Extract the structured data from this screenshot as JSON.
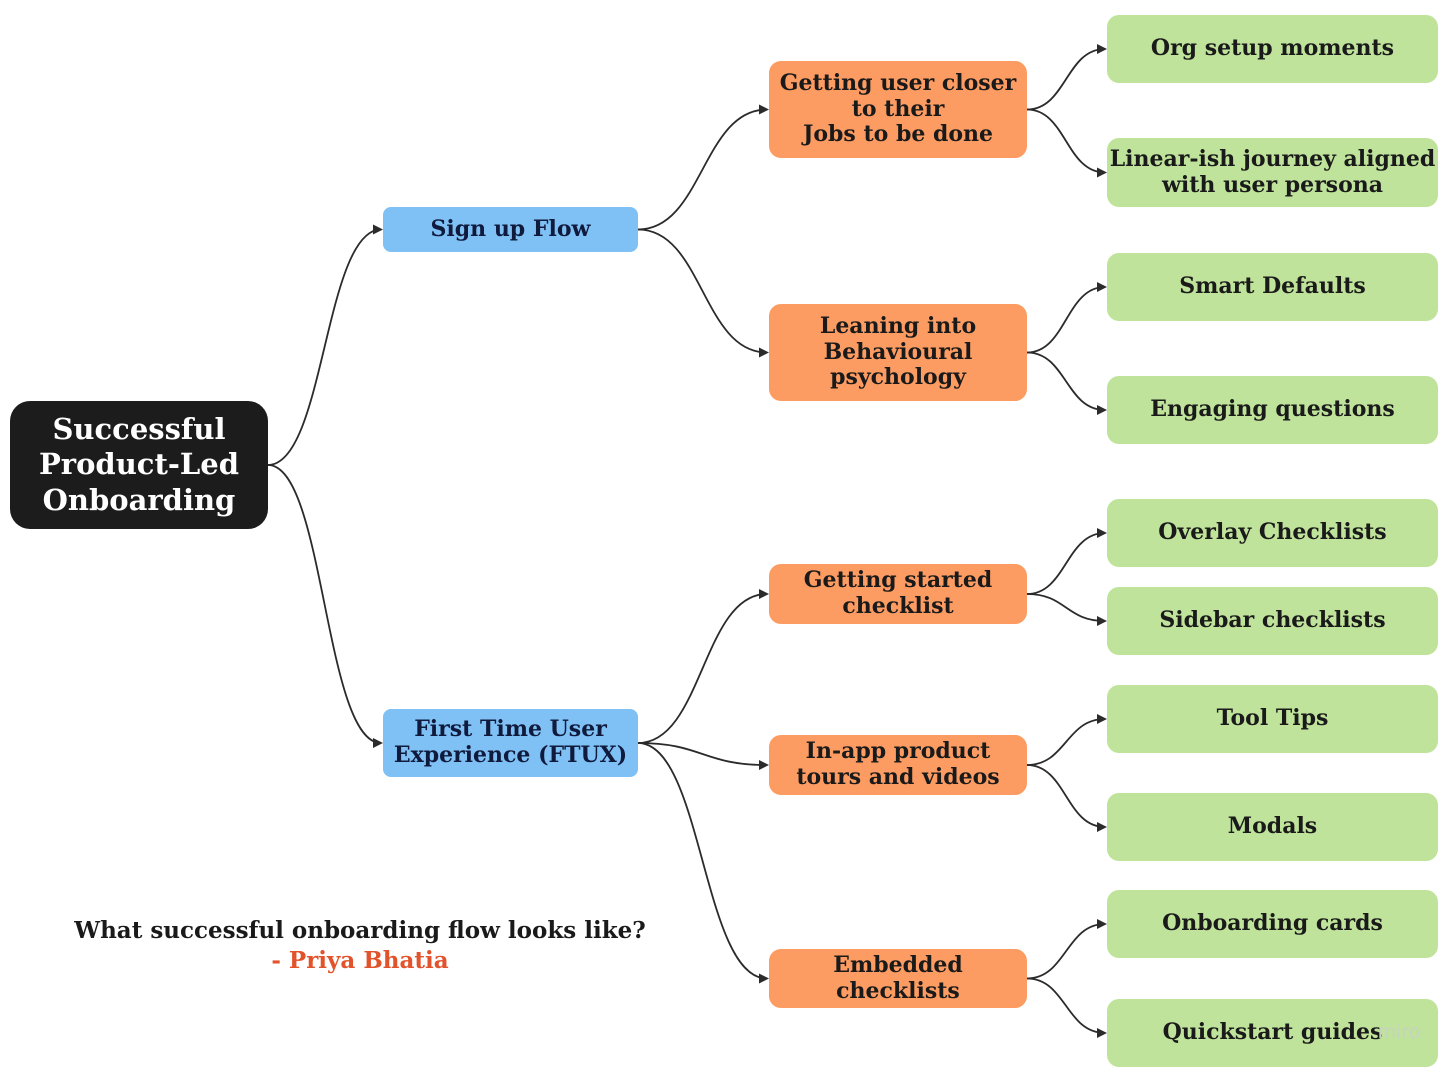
{
  "diagram": {
    "root": "Successful\nProduct-Led\nOnboarding",
    "branches": [
      {
        "label": "Sign up Flow",
        "children": [
          {
            "label": "Getting user closer\nto their\nJobs to be done",
            "children": [
              "Org setup moments",
              "Linear-ish journey aligned\nwith user persona"
            ]
          },
          {
            "label": "Leaning into\nBehavioural\npsychology",
            "children": [
              "Smart Defaults",
              "Engaging questions"
            ]
          }
        ]
      },
      {
        "label": "First Time User\nExperience (FTUX)",
        "children": [
          {
            "label": "Getting started\nchecklist",
            "children": [
              "Overlay Checklists",
              "Sidebar checklists"
            ]
          },
          {
            "label": "In-app product\ntours and videos",
            "children": [
              "Tool Tips",
              "Modals"
            ]
          },
          {
            "label": "Embedded\nchecklists",
            "children": [
              "Onboarding cards",
              "Quickstart guides"
            ]
          }
        ]
      }
    ]
  },
  "caption": {
    "question": "What successful onboarding flow looks like?",
    "author": "- Priya Bhatia"
  },
  "watermark": "miro",
  "colors": {
    "root": "#1c1c1c",
    "level1": "#7fc0f5",
    "level2": "#fd9c62",
    "level3": "#bfe39a",
    "connector": "#2b2b2b",
    "author": "#e2522b"
  }
}
